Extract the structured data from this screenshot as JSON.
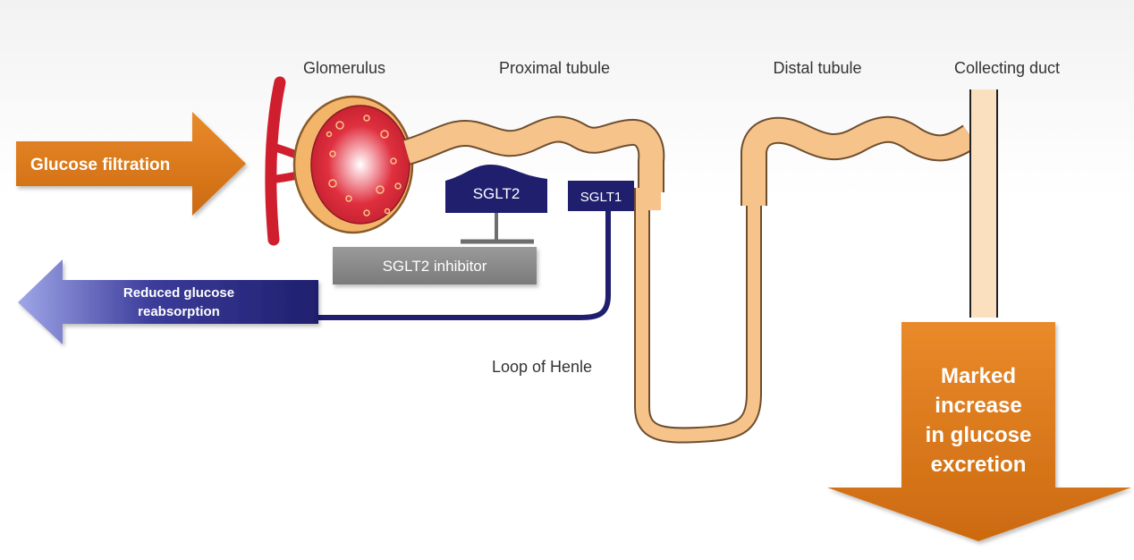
{
  "labels": {
    "glomerulus": "Glomerulus",
    "proximal_tubule": "Proximal tubule",
    "distal_tubule": "Distal tubule",
    "collecting_duct": "Collecting duct",
    "loop_of_henle": "Loop of Henle"
  },
  "transporters": {
    "sglt2": "SGLT2",
    "sglt1": "SGLT1",
    "inhibitor": "SGLT2 inhibitor"
  },
  "arrows": {
    "filtration": "Glucose filtration",
    "reabsorption_line1": "Reduced glucose",
    "reabsorption_line2": "reabsorption",
    "excretion_line1": "Marked",
    "excretion_line2": "increase",
    "excretion_line3": "in glucose",
    "excretion_line4": "excretion"
  },
  "colors": {
    "orange_arrow": "#e07b1a",
    "navy": "#1f1f6e",
    "tubule": "#f6c48a",
    "tubule_edge": "#7a5a3a",
    "glomerulus_red": "#d82a3a",
    "inhibitor_gray": "#8c8c8c"
  }
}
